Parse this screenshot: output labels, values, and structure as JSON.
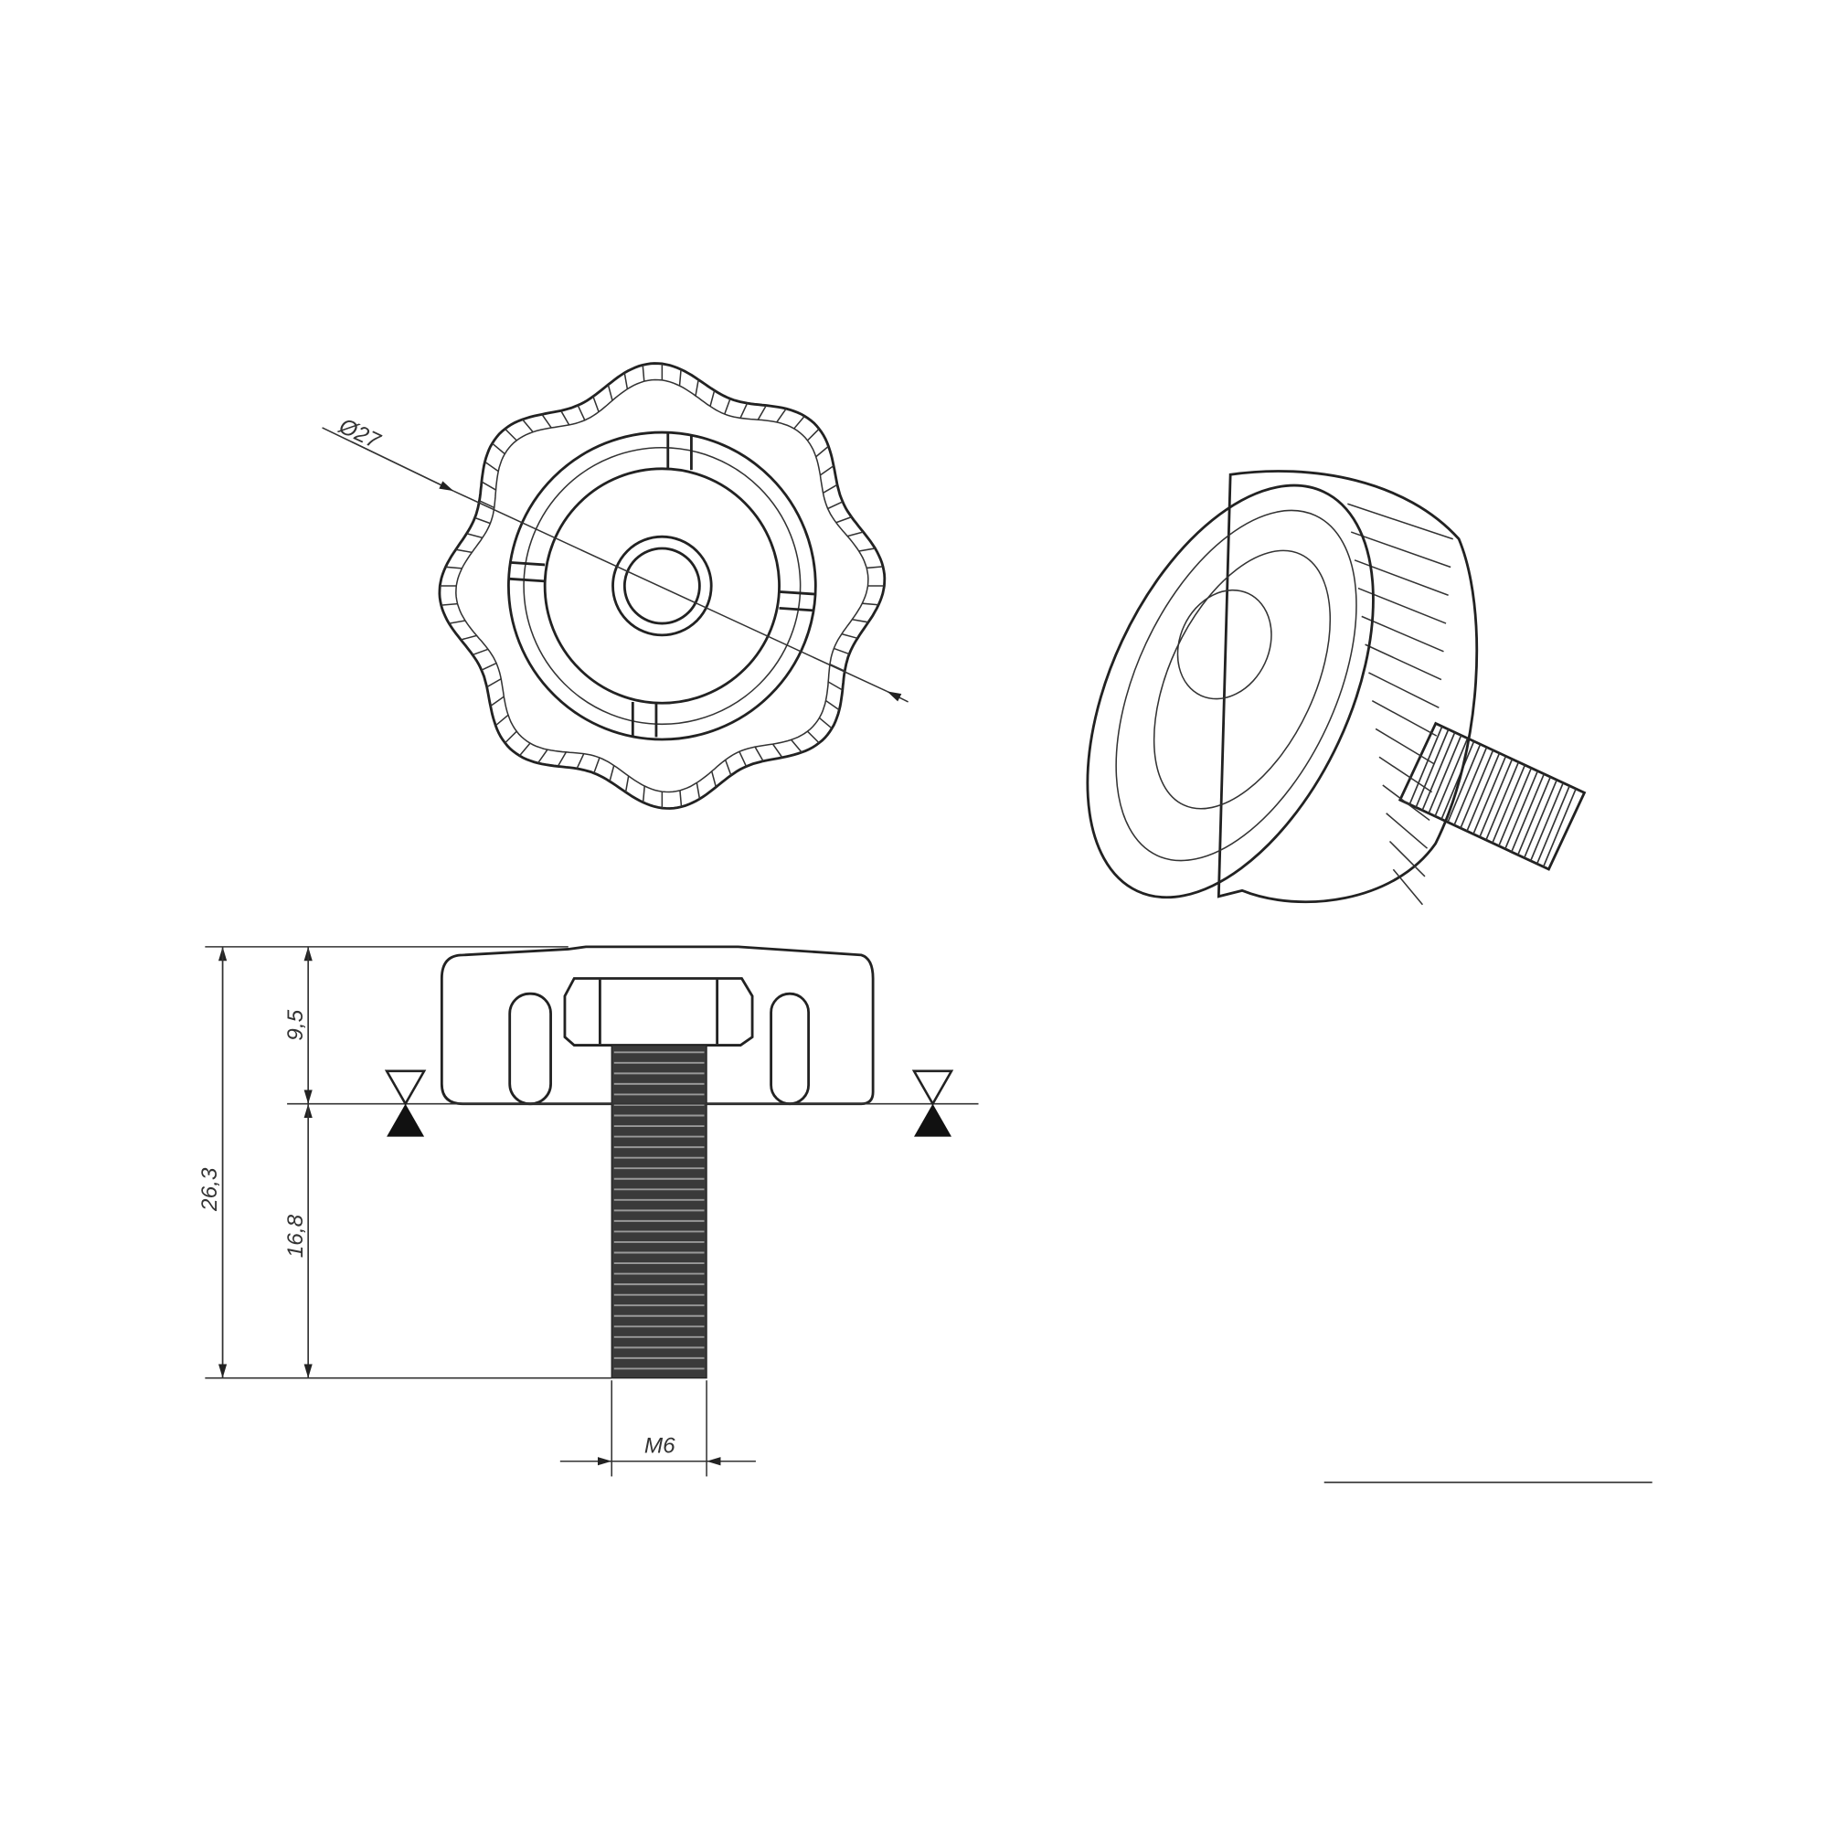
{
  "drawing": {
    "top_view": {
      "diameter_label": "Ø27"
    },
    "section_view": {
      "overall_height_label": "26,3",
      "knob_height_label": "9,5",
      "thread_length_label": "16,8",
      "thread_size_label": "M6"
    },
    "colors": {
      "line": "#222222",
      "thread_fill": "#3a3a3a",
      "background": "#ffffff"
    }
  }
}
